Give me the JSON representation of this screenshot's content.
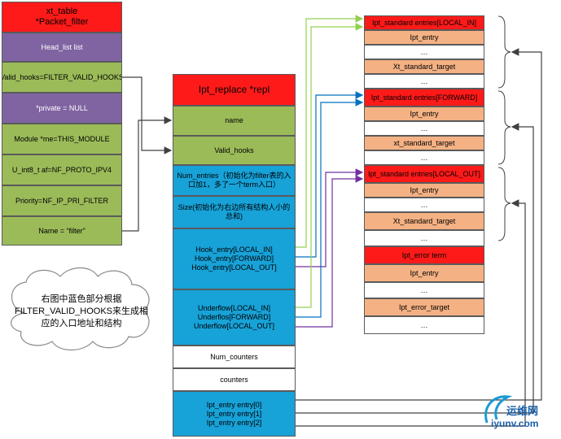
{
  "xt_table": {
    "title_line1": "xt_table",
    "title_line2": "*Packet_filter",
    "fields": [
      "Head_list list",
      "Valid_hooks=FILTER_VALID_HOOKS",
      "*private = NULL",
      "Module *me=THIS_MODULE",
      "U_int8_t af=NF_PROTO_IPV4",
      "Priority=NF_IP_PRI_FILTER",
      "Name = “filter”"
    ]
  },
  "ipt_replace": {
    "title": "Ipt_replace *repl",
    "name": "name",
    "valid_hooks": "Valid_hooks",
    "num_entries": "Num_entries（初始化为filter表的入口加1，多了一个term入口）",
    "size": "Size(初始化为右边所有结构人小的总和)",
    "hook_entry": [
      "Hook_entry[LOCAL_IN]",
      "Hook_entry[FORWARD]",
      "Hook_entry[LOCAL_OUT]"
    ],
    "underflow": [
      "Underflow[LOCAL_IN]",
      "Underflos[FORWARD]",
      "Underflow[LOCAL_OUT]"
    ],
    "num_counters": "Num_counters",
    "counters": "counters",
    "ipt_entries": [
      "Ipt_entry entry[0]",
      "Ipt_entry entry[1]",
      "Ipt_entry entry[2]"
    ]
  },
  "entries": {
    "group1": [
      "Ipt_standard entries[LOCAL_IN]",
      "Ipt_entry",
      "…",
      "Xt_standard_target",
      "…"
    ],
    "group2": [
      "Ipt_standard entries[FORWARD]",
      "Ipt_entry",
      "…",
      "xt_standard_target",
      "…"
    ],
    "group3": [
      "Ipt_standard entries[LOCAL_OUT]",
      "Ipt_entry",
      "…",
      "Xt_standard_target",
      "…"
    ],
    "group4": [
      "Ipt_error term",
      "Ipt_entry",
      "…",
      "Ipt_error_target",
      "…"
    ]
  },
  "cloud_note": "右图中蓝色部分根据FILTER_VALID_HOOKS来生成相应的入口地址和结构",
  "logo": {
    "main": "运维网",
    "sub": "iyunv.com"
  },
  "colors": {
    "title_red": "#ff1a1a",
    "field_purple": "#8064a2",
    "field_green": "#9bbb59",
    "field_blue": "#17a2d8",
    "entry_orange": "#f4b183",
    "line_green": "#92d050",
    "line_blue": "#0070c0",
    "line_purple": "#7030a0"
  }
}
